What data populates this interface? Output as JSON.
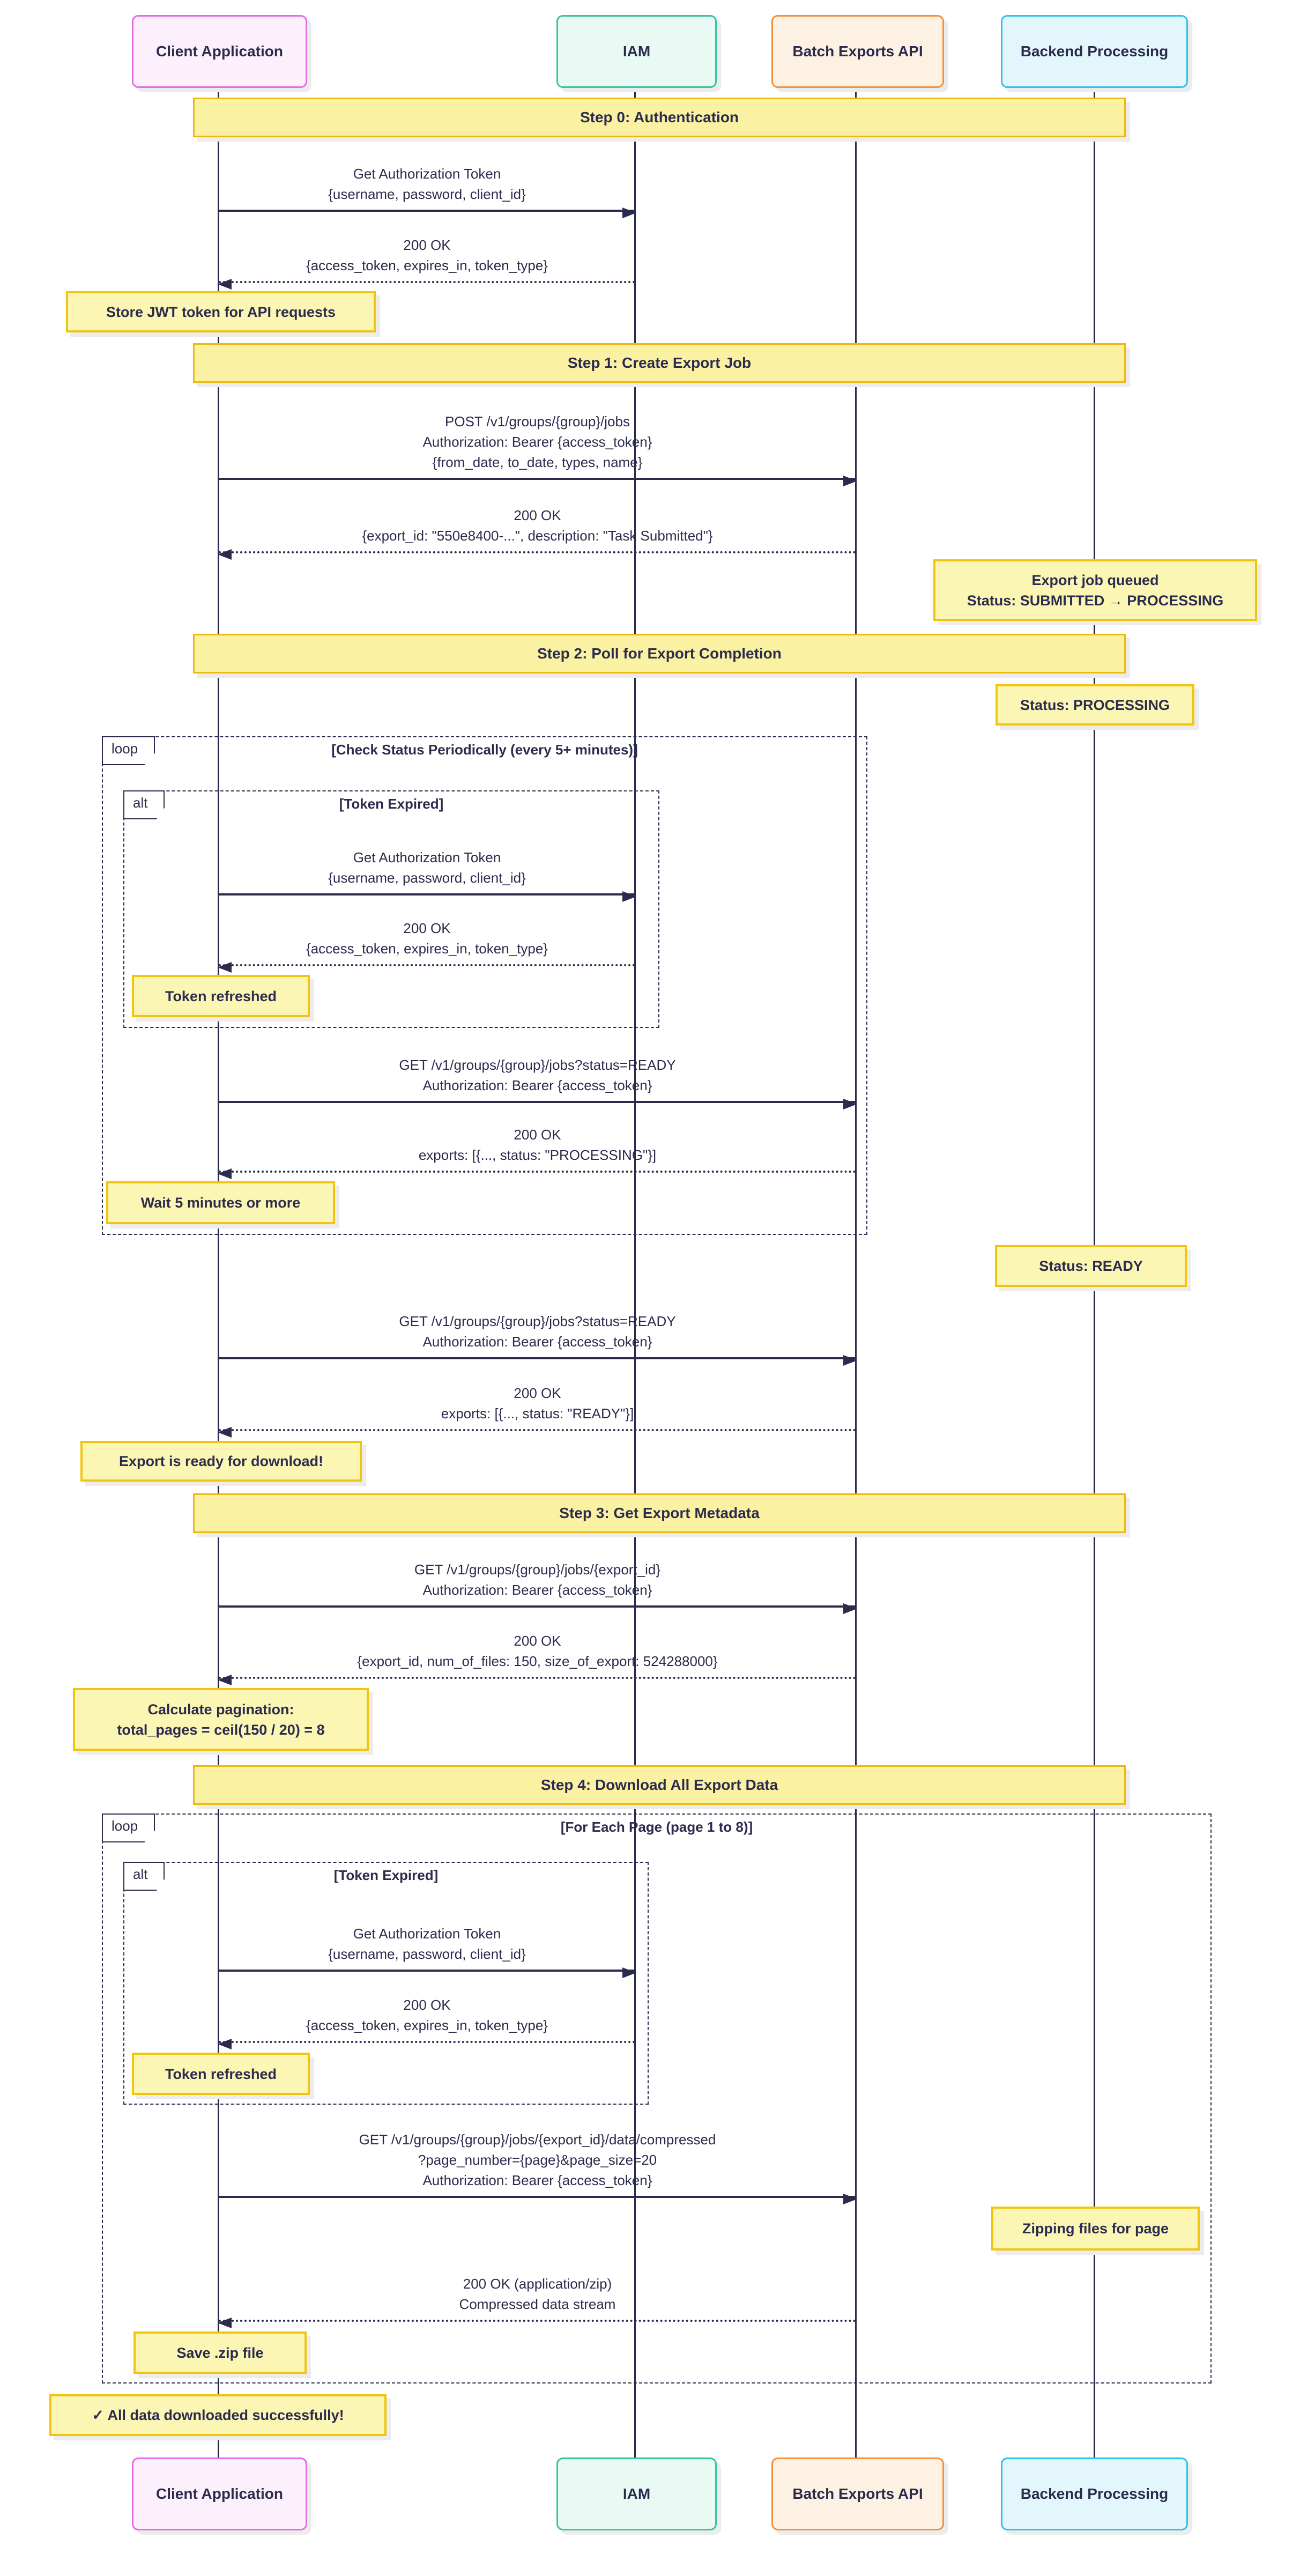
{
  "diagram": {
    "type": "sequence-diagram",
    "participants": [
      {
        "id": "client",
        "label": "Client Application"
      },
      {
        "id": "iam",
        "label": "IAM"
      },
      {
        "id": "batch",
        "label": "Batch Exports API"
      },
      {
        "id": "backend",
        "label": "Backend Processing"
      }
    ],
    "steps": [
      {
        "label": "Step 0: Authentication"
      },
      {
        "label": "Step 1: Create Export Job"
      },
      {
        "label": "Step 2: Poll for Export Completion"
      },
      {
        "label": "Step 3: Get Export Metadata"
      },
      {
        "label": "Step 4: Download All Export Data"
      }
    ],
    "frames": [
      {
        "kind": "loop",
        "label": "loop",
        "title": "[Check Status Periodically (every 5+ minutes)]"
      },
      {
        "kind": "alt",
        "label": "alt",
        "title": "[Token Expired]"
      },
      {
        "kind": "loop",
        "label": "loop",
        "title": "[For Each Page (page 1 to 8)]"
      },
      {
        "kind": "alt",
        "label": "alt",
        "title": "[Token Expired]"
      }
    ],
    "messages": [
      {
        "from": "Client Application",
        "to": "IAM",
        "kind": "request",
        "lines": [
          "Get Authorization Token",
          "{username, password, client_id}"
        ]
      },
      {
        "from": "IAM",
        "to": "Client Application",
        "kind": "response",
        "lines": [
          "200 OK",
          "{access_token, expires_in, token_type}"
        ]
      },
      {
        "from": "Client Application",
        "to": "Batch Exports API",
        "kind": "request",
        "lines": [
          "POST /v1/groups/{group}/jobs",
          "Authorization: Bearer {access_token}",
          "{from_date, to_date, types, name}"
        ]
      },
      {
        "from": "Batch Exports API",
        "to": "Client Application",
        "kind": "response",
        "lines": [
          "200 OK",
          "{export_id: \"550e8400-...\", description: \"Task Submitted\"}"
        ]
      },
      {
        "from": "Client Application",
        "to": "IAM",
        "kind": "request",
        "lines": [
          "Get Authorization Token",
          "{username, password, client_id}"
        ]
      },
      {
        "from": "IAM",
        "to": "Client Application",
        "kind": "response",
        "lines": [
          "200 OK",
          "{access_token, expires_in, token_type}"
        ]
      },
      {
        "from": "Client Application",
        "to": "Batch Exports API",
        "kind": "request",
        "lines": [
          "GET /v1/groups/{group}/jobs?status=READY",
          "Authorization: Bearer {access_token}"
        ]
      },
      {
        "from": "Batch Exports API",
        "to": "Client Application",
        "kind": "response",
        "lines": [
          "200 OK",
          "exports: [{..., status: \"PROCESSING\"}]"
        ]
      },
      {
        "from": "Client Application",
        "to": "Batch Exports API",
        "kind": "request",
        "lines": [
          "GET /v1/groups/{group}/jobs?status=READY",
          "Authorization: Bearer {access_token}"
        ]
      },
      {
        "from": "Batch Exports API",
        "to": "Client Application",
        "kind": "response",
        "lines": [
          "200 OK",
          "exports: [{..., status: \"READY\"}]"
        ]
      },
      {
        "from": "Client Application",
        "to": "Batch Exports API",
        "kind": "request",
        "lines": [
          "GET /v1/groups/{group}/jobs/{export_id}",
          "Authorization: Bearer {access_token}"
        ]
      },
      {
        "from": "Batch Exports API",
        "to": "Client Application",
        "kind": "response",
        "lines": [
          "200 OK",
          "{export_id, num_of_files: 150, size_of_export: 524288000}"
        ]
      },
      {
        "from": "Client Application",
        "to": "IAM",
        "kind": "request",
        "lines": [
          "Get Authorization Token",
          "{username, password, client_id}"
        ]
      },
      {
        "from": "IAM",
        "to": "Client Application",
        "kind": "response",
        "lines": [
          "200 OK",
          "{access_token, expires_in, token_type}"
        ]
      },
      {
        "from": "Client Application",
        "to": "Batch Exports API",
        "kind": "request",
        "lines": [
          "GET /v1/groups/{group}/jobs/{export_id}/data/compressed",
          "?page_number={page}&page_size=20",
          "Authorization: Bearer {access_token}"
        ]
      },
      {
        "from": "Batch Exports API",
        "to": "Client Application",
        "kind": "response",
        "lines": [
          "200 OK (application/zip)",
          "Compressed data stream"
        ]
      }
    ],
    "notes": [
      {
        "id": "store-jwt",
        "lines": [
          "Store JWT token for API requests"
        ]
      },
      {
        "id": "job-queued",
        "lines": [
          "Export job queued",
          "Status: SUBMITTED → PROCESSING"
        ]
      },
      {
        "id": "status-processing",
        "lines": [
          "Status: PROCESSING"
        ]
      },
      {
        "id": "token-refreshed-1",
        "lines": [
          "Token refreshed"
        ]
      },
      {
        "id": "wait-5-minutes",
        "lines": [
          "Wait 5 minutes or more"
        ]
      },
      {
        "id": "status-ready",
        "lines": [
          "Status: READY"
        ]
      },
      {
        "id": "export-ready",
        "lines": [
          "Export is ready for download!"
        ]
      },
      {
        "id": "calc-pagination",
        "lines": [
          "Calculate pagination:",
          "total_pages = ceil(150 / 20) = 8"
        ]
      },
      {
        "id": "token-refreshed-2",
        "lines": [
          "Token refreshed"
        ]
      },
      {
        "id": "zipping-files",
        "lines": [
          "Zipping files for page"
        ]
      },
      {
        "id": "save-zip",
        "lines": [
          "Save .zip file"
        ]
      },
      {
        "id": "all-downloaded",
        "lines": [
          "✓ All data downloaded successfully!"
        ]
      }
    ],
    "colors": {
      "ink": "#2b2b4d",
      "background": "#ffffff",
      "shadow": "#ececec",
      "banner-fill": "#fbf1a3",
      "banner-border": "#ecb90c",
      "note-fill": "#fcf6b4",
      "note-border": "#f2c40d",
      "client-fill": "#fdf0fd",
      "client-border": "#e06ee0",
      "iam-fill": "#e9f9f3",
      "iam-border": "#34c5a2",
      "batch-fill": "#fdf1e4",
      "batch-border": "#f2913d",
      "backend-fill": "#e3f6fc",
      "backend-border": "#2cc4ea"
    }
  }
}
